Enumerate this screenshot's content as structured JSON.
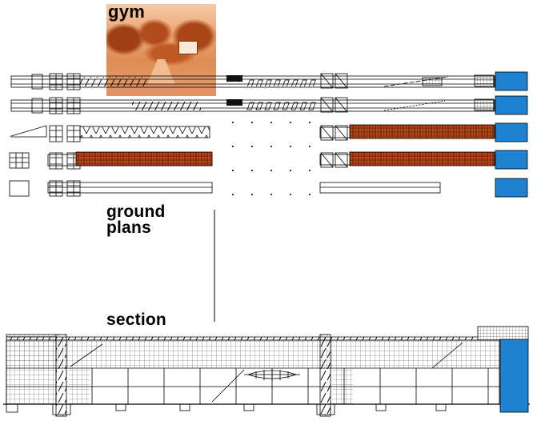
{
  "labels": {
    "photo_caption": "gym",
    "plans": "ground plans",
    "section": "section"
  },
  "colors": {
    "accent_orange": "#cc4e1c",
    "accent_blue": "#1e82d2",
    "ink": "#000000",
    "paper": "#ffffff"
  }
}
